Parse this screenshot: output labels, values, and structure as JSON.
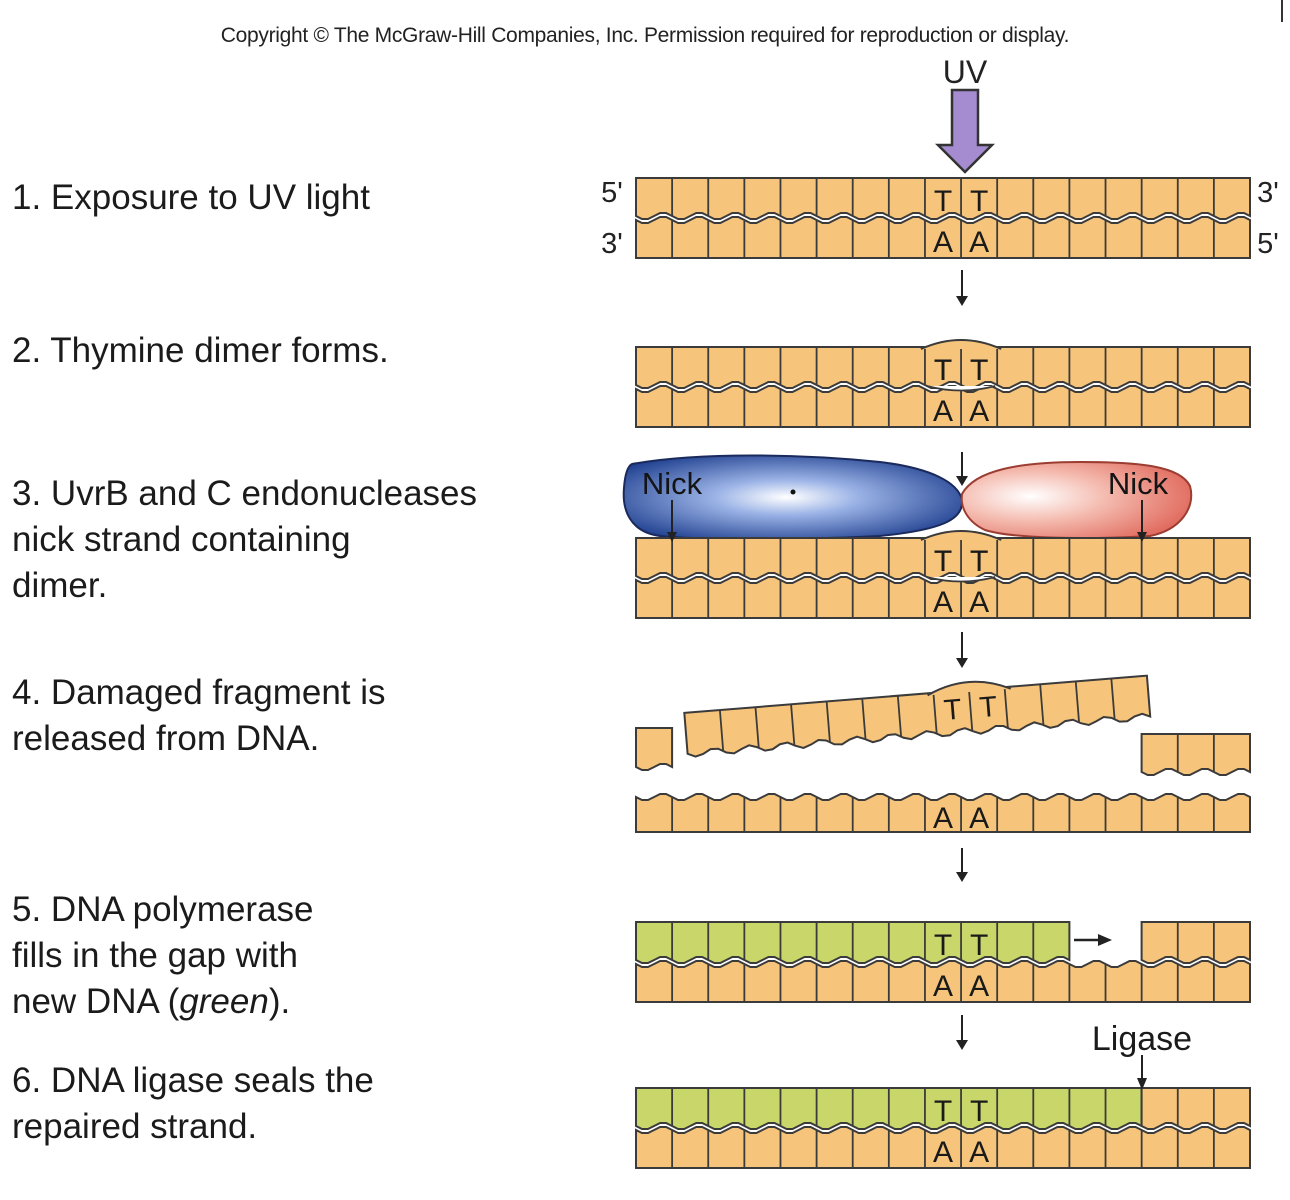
{
  "copyright": "Copyright © The McGraw-Hill Companies, Inc. Permission required for reproduction or display.",
  "uv_label": "UV",
  "strand_ends": {
    "top_left": "5'",
    "bottom_left": "3'",
    "top_right": "3'",
    "bottom_right": "5'"
  },
  "steps": [
    {
      "lines": [
        "1. Exposure to UV light"
      ]
    },
    {
      "lines": [
        "2. Thymine dimer forms."
      ]
    },
    {
      "lines": [
        "3. UvrB and C endonucleases",
        "nick strand containing",
        "dimer."
      ]
    },
    {
      "lines": [
        "4. Damaged fragment is",
        "released from DNA."
      ]
    },
    {
      "lines": [
        "5. DNA polymerase",
        "fills in the gap with"
      ],
      "last_prefix": "new DNA (",
      "last_italic": "green",
      "last_suffix": ")."
    },
    {
      "lines": [
        "6. DNA ligase seals the",
        "repaired strand."
      ]
    }
  ],
  "bases": {
    "thymine": "T",
    "adenine": "A"
  },
  "labels": {
    "nick": "Nick",
    "ligase": "Ligase"
  },
  "colors": {
    "dna": "#f6c47a",
    "dna_edge": "#3b3b3b",
    "new_dna": "#c9d66a",
    "uv_arrow": "#a58bd0",
    "uvrB": "#1f3f8f",
    "uvrC": "#e0665a"
  }
}
